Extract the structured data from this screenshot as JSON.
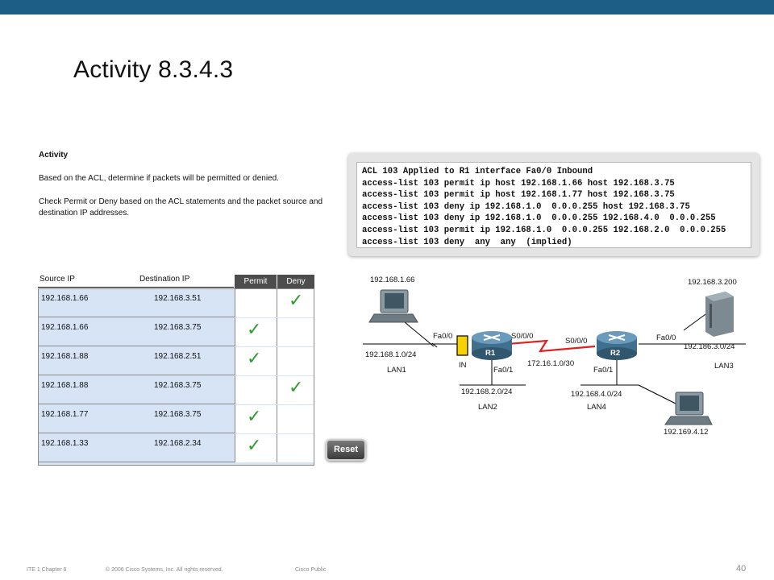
{
  "slide": {
    "title": "Activity 8.3.4.3"
  },
  "activity": {
    "heading": "Activity",
    "p1": "Based on the ACL, determine if packets will be permitted or denied.",
    "p2": "Check Permit or Deny based on the ACL statements and the packet source and destination IP addresses."
  },
  "acl": {
    "lines": [
      "ACL 103 Applied to R1 interface Fa0/0 Inbound",
      "access-list 103 permit ip host 192.168.1.66 host 192.168.3.75",
      "access-list 103 permit ip host 192.168.1.77 host 192.168.3.75",
      "access-list 103 deny ip 192.168.1.0  0.0.0.255 host 192.168.3.75",
      "access-list 103 deny ip 192.168.1.0  0.0.0.255 192.168.4.0  0.0.0.255",
      "access-list 103 permit ip 192.168.1.0  0.0.0.255 192.168.2.0  0.0.0.255",
      "access-list 103 deny  any  any  (implied)"
    ]
  },
  "table": {
    "col_source": "Source IP",
    "col_dest": "Destination IP",
    "col_permit": "Permit",
    "col_deny": "Deny",
    "check_glyph": "✓",
    "rows": [
      {
        "src": "192.168.1.66",
        "dst": "192.168.3.51",
        "permit": false,
        "deny": true
      },
      {
        "src": "192.168.1.66",
        "dst": "192.168.3.75",
        "permit": true,
        "deny": false
      },
      {
        "src": "192.168.1.88",
        "dst": "192.168.2.51",
        "permit": true,
        "deny": false
      },
      {
        "src": "192.168.1.88",
        "dst": "192.168.3.75",
        "permit": false,
        "deny": true
      },
      {
        "src": "192.168.1.77",
        "dst": "192.168.3.75",
        "permit": true,
        "deny": false
      },
      {
        "src": "192.168.1.33",
        "dst": "192.168.2.34",
        "permit": true,
        "deny": false
      }
    ]
  },
  "reset_label": "Reset",
  "topology": {
    "pc_lan1": "192.168.1.66",
    "lan1_net": "192.168.1.0/24",
    "lan1": "LAN1",
    "r1_fa00": "Fa0/0",
    "r1_s000": "S0/0/0",
    "r1_name": "R1",
    "in_label": "IN",
    "r1_fa01": "Fa0/1",
    "lan2_net": "192.168.2.0/24",
    "lan2": "LAN2",
    "wan_net": "172.16.1.0/30",
    "r2_s000": "S0/0/0",
    "r2_name": "R2",
    "r2_fa00": "Fa0/0",
    "r2_fa01": "Fa0/1",
    "lan4_net": "192.168.4.0/24",
    "lan4": "LAN4",
    "server_ip": "192.168.3.200",
    "lan3_net": "192.186.3.0/24",
    "lan3": "LAN3",
    "pc_lan4": "192.169.4.12"
  },
  "footer": {
    "course": "ITE 1 Chapter 6",
    "copyright": "© 2006 Cisco Systems, Inc. All rights reserved.",
    "classification": "Cisco Public",
    "page": "40"
  },
  "colors": {
    "header_bar": "#1d5e86",
    "check": "#2e9c2e",
    "wan_link": "#e02020",
    "grid_fill": "#d6e4f6"
  }
}
